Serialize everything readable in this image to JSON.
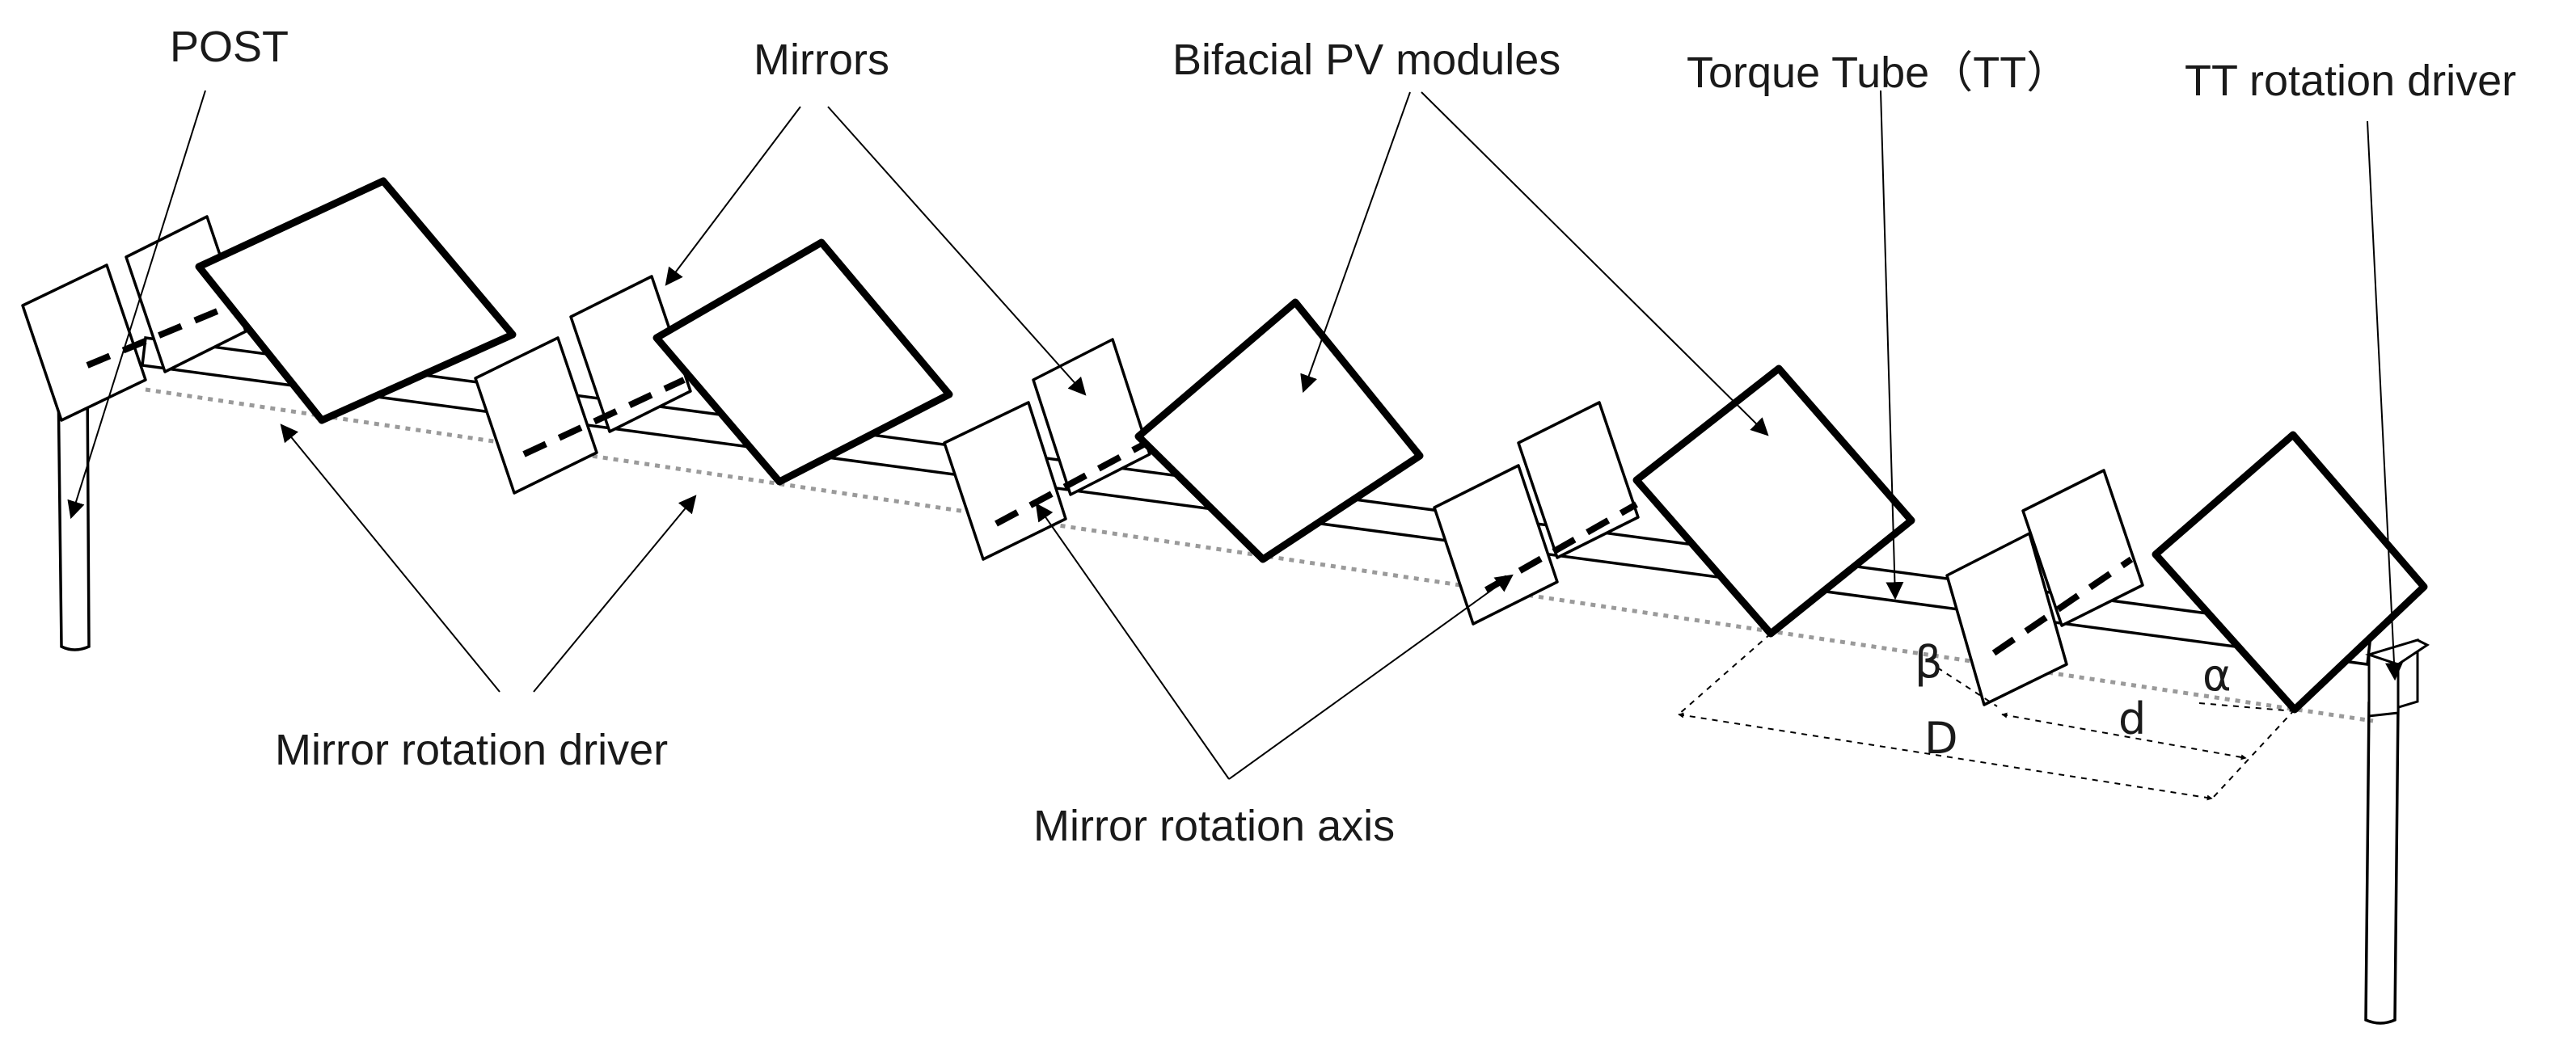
{
  "labels": {
    "post": "POST",
    "mirrors": "Mirrors",
    "bifacial_pv_modules": "Bifacial PV modules",
    "torque_tube": "Torque Tube（TT）",
    "tt_rotation_driver": "TT rotation driver",
    "mirror_rotation_driver": "Mirror rotation driver",
    "mirror_rotation_axis": "Mirror rotation axis"
  },
  "symbols": {
    "beta": "β",
    "alpha": "α",
    "d": "d",
    "D": "D"
  }
}
